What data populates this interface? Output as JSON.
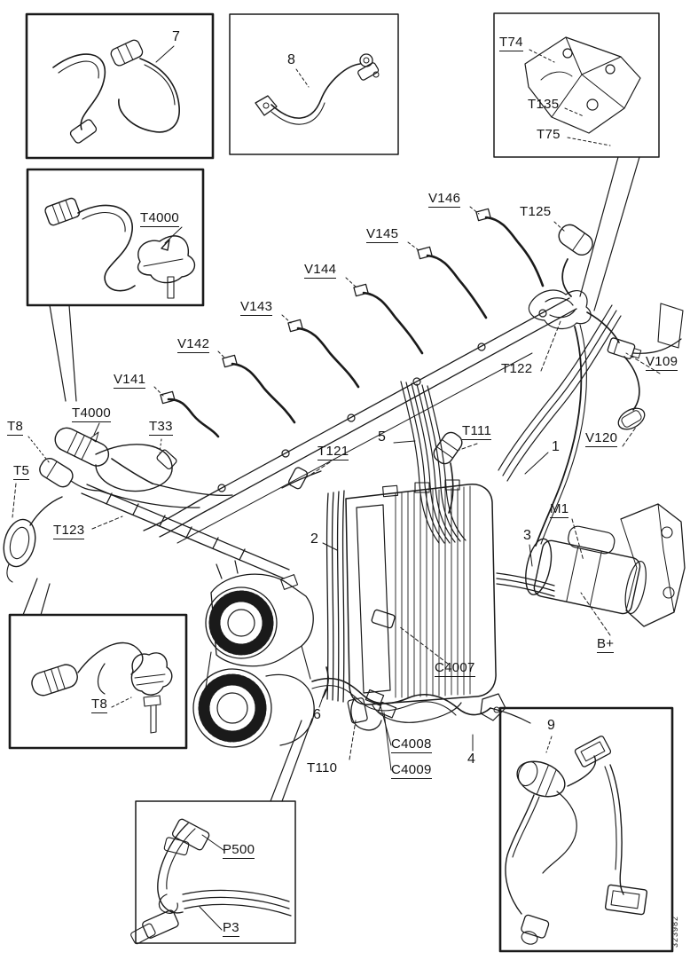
{
  "figure": {
    "id_vertical": "323982"
  },
  "labels": {
    "n7": "7",
    "n8": "8",
    "t74": "T74",
    "t135": "T135",
    "t75": "T75",
    "t4000_inset": "T4000",
    "v146": "V146",
    "v145": "V145",
    "v144": "V144",
    "v143": "V143",
    "v142": "V142",
    "v141": "V141",
    "t125": "T125",
    "t122": "T122",
    "v109": "V109",
    "v120": "V120",
    "t121": "T121",
    "n5": "5",
    "t111": "T111",
    "n1": "1",
    "t4000": "T4000",
    "t8": "T8",
    "t33": "T33",
    "t5": "T5",
    "t123": "T123",
    "n2": "2",
    "n3": "3",
    "m1": "M1",
    "bplus": "B+",
    "c4007": "C4007",
    "n6": "6",
    "t110": "T110",
    "c4008": "C4008",
    "c4009": "C4009",
    "n4": "4",
    "t8_inset": "T8",
    "p500": "P500",
    "p3": "P3",
    "n9": "9"
  }
}
